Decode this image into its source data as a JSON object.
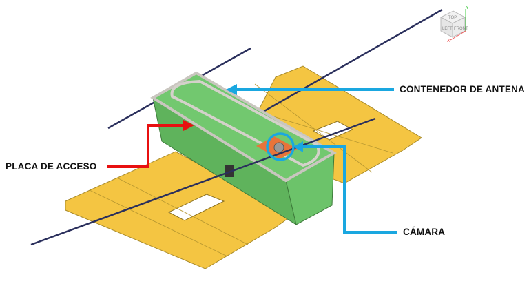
{
  "labels": {
    "antenna_container": "CONTENEDOR DE ANTENA",
    "access_plate": "PLACA DE ACCESO",
    "camera": "CÁMARA"
  },
  "view_cube": {
    "top": "TOP",
    "left": "LEFT",
    "front": "FRONT",
    "axis_x": "X",
    "axis_y": "Y"
  },
  "colors": {
    "panel": "#f4c542",
    "box": "#6cc36a",
    "frame": "#d9d6cf",
    "rail": "#2a2f5c",
    "callout_blue": "#1aa7e0",
    "callout_red": "#e81010",
    "camera_ring": "#e8743a"
  }
}
